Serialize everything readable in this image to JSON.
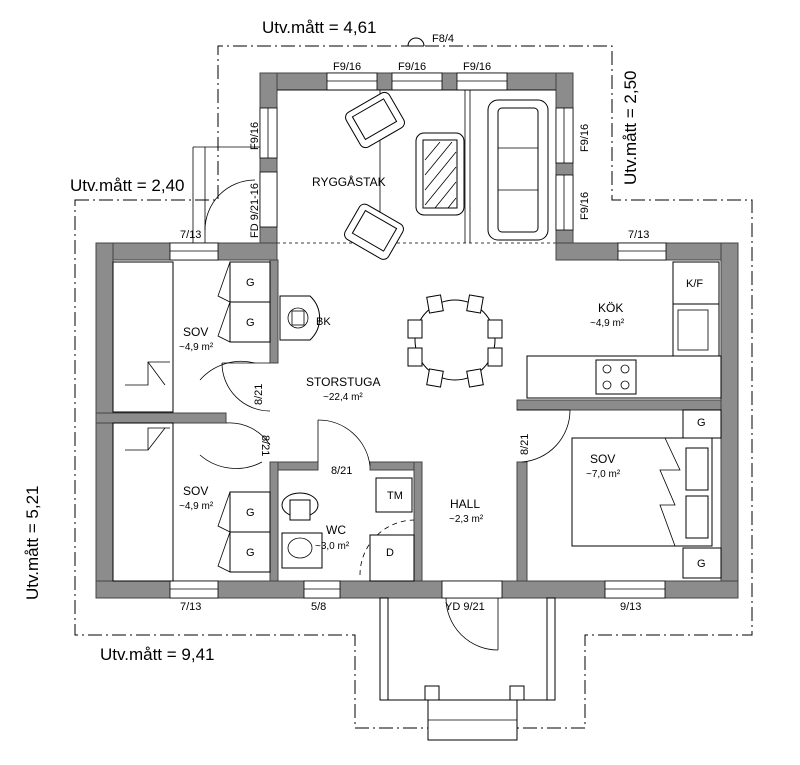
{
  "dimensions": {
    "top": "Utv.mått = 4,61",
    "right": "Utv.mått = 2,50",
    "left_upper": "Utv.mått = 2,40",
    "left_side": "Utv.mått = 5,21",
    "bottom": "Utv.mått = 9,41"
  },
  "rooms": {
    "ryggastak": {
      "name": "RYGGÅSTAK"
    },
    "sov_top": {
      "name": "SOV",
      "area": "~4,9 m²"
    },
    "sov_bottom": {
      "name": "SOV",
      "area": "~4,9 m²"
    },
    "storstuga": {
      "name": "STORSTUGA",
      "area": "~22,4 m²"
    },
    "kok": {
      "name": "KÖK",
      "area": "~4,9 m²"
    },
    "sov_right": {
      "name": "SOV",
      "area": "~7,0 m²"
    },
    "hall": {
      "name": "HALL",
      "area": "~2,3 m²"
    },
    "wc": {
      "name": "WC",
      "area": "~3,0 m²"
    }
  },
  "openings": {
    "f8_4": "F8/4",
    "f9_16_a": "F9/16",
    "f9_16_b": "F9/16",
    "f9_16_c": "F9/16",
    "f9_16_left": "F9/16",
    "fd_9_21_16": "FD 9/21-16",
    "f9_16_right_a": "F9/16",
    "f9_16_right_b": "F9/16",
    "w7_13_top_left": "7/13",
    "w7_13_top_right": "7/13",
    "w7_13_bottom_left": "7/13",
    "w5_8": "5/8",
    "yd_9_21": "YD 9/21",
    "w9_13": "9/13",
    "d8_21_a": "8/21",
    "d8_21_b": "8/21",
    "d8_21_wc": "8/21",
    "d8_21_right": "8/21"
  },
  "fixtures": {
    "g1": "G",
    "g2": "G",
    "g3": "G",
    "g4": "G",
    "g5": "G",
    "g6": "G",
    "bk": "BK",
    "kf": "K/F",
    "tm": "TM",
    "d": "D"
  }
}
